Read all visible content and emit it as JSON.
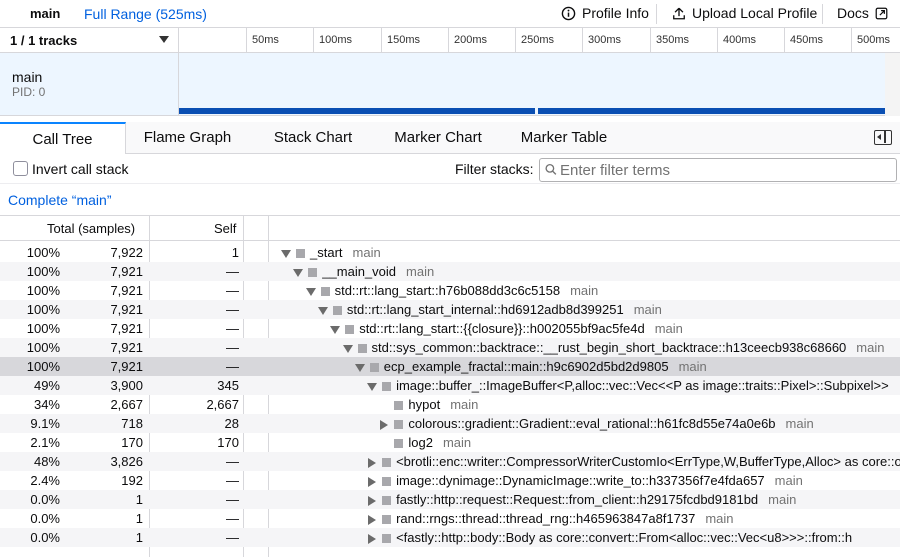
{
  "topbar": {
    "profile_name": "main",
    "range_label": "Full Range (525ms)",
    "profile_info_label": "Profile Info",
    "upload_label": "Upload Local Profile",
    "docs_label": "Docs"
  },
  "tracks": {
    "count_label": "1 / 1 tracks",
    "ticks": [
      "50ms",
      "100ms",
      "150ms",
      "200ms",
      "250ms",
      "300ms",
      "350ms",
      "400ms",
      "450ms",
      "500ms"
    ],
    "track_name": "main",
    "track_pid": "PID: 0"
  },
  "tabs": [
    "Call Tree",
    "Flame Graph",
    "Stack Chart",
    "Marker Chart",
    "Marker Table"
  ],
  "settings": {
    "invert_label": "Invert call stack",
    "filter_label": "Filter stacks:",
    "filter_placeholder": "Enter filter terms"
  },
  "breadcrumb": "Complete “main”",
  "columns": {
    "total": "Total (samples)",
    "self": "Self"
  },
  "rows": [
    {
      "pct": "100%",
      "total": "7,922",
      "self": "1",
      "twisty": "open",
      "depth": 0,
      "name": "_start",
      "lib": "main"
    },
    {
      "pct": "100%",
      "total": "7,921",
      "self": "—",
      "twisty": "open",
      "depth": 1,
      "name": "__main_void",
      "lib": "main"
    },
    {
      "pct": "100%",
      "total": "7,921",
      "self": "—",
      "twisty": "open",
      "depth": 2,
      "name": "std::rt::lang_start::h76b088dd3c6c5158",
      "lib": "main"
    },
    {
      "pct": "100%",
      "total": "7,921",
      "self": "—",
      "twisty": "open",
      "depth": 3,
      "name": "std::rt::lang_start_internal::hd6912adb8d399251",
      "lib": "main"
    },
    {
      "pct": "100%",
      "total": "7,921",
      "self": "—",
      "twisty": "open",
      "depth": 4,
      "name": "std::rt::lang_start::{{closure}}::h002055bf9ac5fe4d",
      "lib": "main"
    },
    {
      "pct": "100%",
      "total": "7,921",
      "self": "—",
      "twisty": "open",
      "depth": 5,
      "name": "std::sys_common::backtrace::__rust_begin_short_backtrace::h13ceecb938c68660",
      "lib": "main"
    },
    {
      "pct": "100%",
      "total": "7,921",
      "self": "—",
      "twisty": "open",
      "depth": 6,
      "name": "ecp_example_fractal::main::h9c6902d5bd2d9805",
      "lib": "main"
    },
    {
      "pct": "49%",
      "total": "3,900",
      "self": "345",
      "twisty": "open",
      "depth": 7,
      "name": "image::buffer_::ImageBuffer<P,alloc::vec::Vec<<P as image::traits::Pixel>::Subpixel>>",
      "lib": ""
    },
    {
      "pct": "34%",
      "total": "2,667",
      "self": "2,667",
      "twisty": "none",
      "depth": 8,
      "name": "hypot",
      "lib": "main"
    },
    {
      "pct": "9.1%",
      "total": "718",
      "self": "28",
      "twisty": "closed",
      "depth": 8,
      "name": "colorous::gradient::Gradient::eval_rational::h61fc8d55e74a0e6b",
      "lib": "main"
    },
    {
      "pct": "2.1%",
      "total": "170",
      "self": "170",
      "twisty": "none",
      "depth": 8,
      "name": "log2",
      "lib": "main"
    },
    {
      "pct": "48%",
      "total": "3,826",
      "self": "—",
      "twisty": "closed",
      "depth": 7,
      "name": "<brotli::enc::writer::CompressorWriterCustomIo<ErrType,W,BufferType,Alloc> as core::ops::drop::Drop>",
      "lib": ""
    },
    {
      "pct": "2.4%",
      "total": "192",
      "self": "—",
      "twisty": "closed",
      "depth": 7,
      "name": "image::dynimage::DynamicImage::write_to::h337356f7e4fda657",
      "lib": "main"
    },
    {
      "pct": "0.0%",
      "total": "1",
      "self": "—",
      "twisty": "closed",
      "depth": 7,
      "name": "fastly::http::request::Request::from_client::h29175fcdbd9181bd",
      "lib": "main"
    },
    {
      "pct": "0.0%",
      "total": "1",
      "self": "—",
      "twisty": "closed",
      "depth": 7,
      "name": "rand::rngs::thread::thread_rng::h465963847a8f1737",
      "lib": "main"
    },
    {
      "pct": "0.0%",
      "total": "1",
      "self": "—",
      "twisty": "closed",
      "depth": 7,
      "name": "<fastly::http::body::Body as core::convert::From<alloc::vec::Vec<u8>>>::from::h",
      "lib": ""
    }
  ],
  "selected_row": 6,
  "colors": {
    "accent": "#0a84ff",
    "link": "#0060df",
    "track_fill": "#0a4fb3",
    "selected_row": "#d7d7db"
  }
}
